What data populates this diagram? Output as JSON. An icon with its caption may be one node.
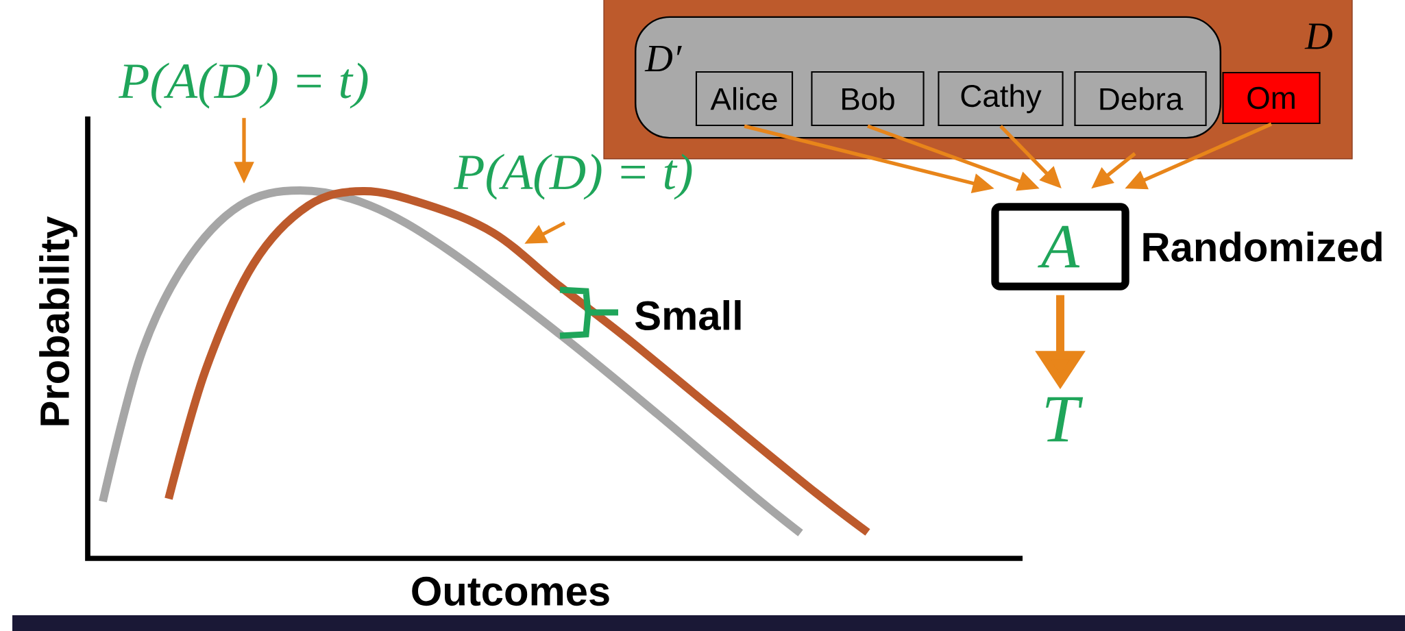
{
  "diagram": {
    "nodes": [
      {
        "text": [
          "D"
        ]
      },
      {
        "text": [
          "D′"
        ],
        "in": 0
      },
      {
        "text": [
          "Alice"
        ],
        "in": 1
      },
      {
        "text": [
          "Bob"
        ],
        "in": 1
      },
      {
        "text": [
          "Cathy"
        ],
        "in": 1
      },
      {
        "text": [
          "Debra"
        ],
        "in": 1
      },
      {
        "text": [
          "Om"
        ],
        "in": 0
      },
      {
        "text": [
          "A"
        ],
        "beside": [
          "Randomized"
        ]
      },
      {
        "text": [
          "T"
        ]
      },
      {
        "text": [
          "P(A(D′) = t)"
        ]
      },
      {
        "text": [
          "P(A(D) = t)"
        ]
      }
    ],
    "edges": [
      {
        "from": 2,
        "to": 7,
        "arrow": "to"
      },
      {
        "from": 3,
        "to": 7,
        "arrow": "to"
      },
      {
        "from": 4,
        "to": 7,
        "arrow": "to"
      },
      {
        "from": 5,
        "to": 7,
        "arrow": "to"
      },
      {
        "from": 6,
        "to": 7,
        "arrow": "to"
      },
      {
        "from": 7,
        "to": 8,
        "arrow": "to",
        "style": "thick"
      },
      {
        "from": 9,
        "to": null,
        "arrow": "to"
      },
      {
        "from": 10,
        "to": null,
        "arrow": "to"
      }
    ],
    "labels": [
      "Small",
      "Probability",
      "Outcomes"
    ]
  }
}
